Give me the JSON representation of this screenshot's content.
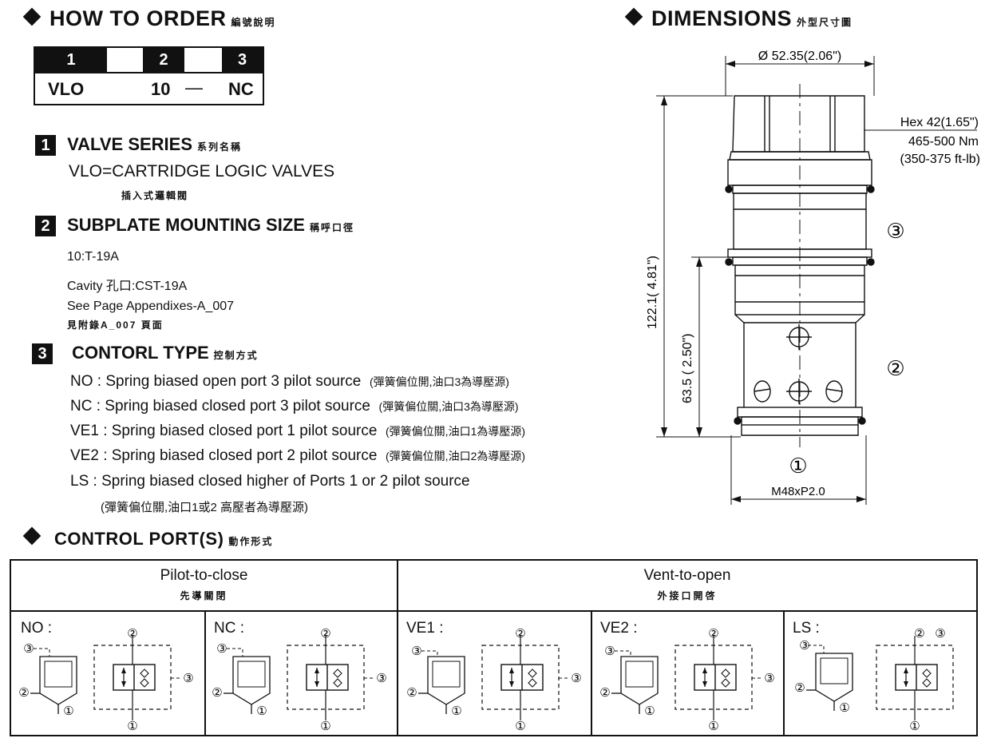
{
  "how_to_order": {
    "title": "HOW TO  ORDER",
    "title_cjk": "編號說明",
    "code": {
      "positions": [
        "1",
        "2",
        "3"
      ],
      "series": "VLO",
      "size": "10",
      "separator": "—",
      "control": "NC"
    }
  },
  "sections": [
    {
      "number": "1",
      "title": "VALVE SERIES",
      "title_cjk": "系列名稱",
      "lines": [
        "VLO=CARTRIDGE  LOGIC VALVES"
      ],
      "lines_cjk": "插入式邏輯閥"
    },
    {
      "number": "2",
      "title": "SUBPLATE MOUNTING SIZE",
      "title_cjk": "稱呼口徑",
      "lines": [
        "10:T-19A",
        "Cavity 孔口:CST-19A",
        "See Page Appendixes-A_007"
      ],
      "lines_cjk": "見附錄A_007 頁面"
    },
    {
      "number": "3",
      "title": "CONTORL TYPE",
      "title_cjk": "控制方式",
      "lines": [
        "NO : Spring biased open port 3 pilot source",
        "NC : Spring biased closed port 3 pilot source",
        "VE1 : Spring biased closed port 1 pilot source",
        "VE2 : Spring biased closed port 2 pilot source",
        "LS : Spring biased closed higher of Ports 1 or 2 pilot source"
      ],
      "lines_cjk": [
        "(彈簧偏位開,油口3為導壓源)",
        "(彈簧偏位關,油口3為導壓源)",
        "(彈簧偏位關,油口1為導壓源)",
        "(彈簧偏位關,油口2為導壓源)",
        "(彈簧偏位關,油口1或2 高壓者為導壓源)"
      ]
    }
  ],
  "dimensions": {
    "title": "DIMENSIONS",
    "title_cjk": "外型尺寸圖",
    "diameter": "Ø 52.35(2.06\")",
    "hex": "Hex 42(1.65\")",
    "torque_nm": "465-500 Nm",
    "torque_ftlb": "(350-375 ft-lb)",
    "length_total": "122.1(  4.81\")",
    "length_lower": "63.5  (  2.50\")",
    "thread": "M48xP2.0",
    "port_1": "①",
    "port_2": "②",
    "port_3": "③"
  },
  "control_ports": {
    "title": "CONTROL PORT(S)",
    "title_cjk": "動作形式",
    "groups": [
      {
        "title": "Pilot-to-close",
        "title_cjk": "先導關閉"
      },
      {
        "title": "Vent-to-open",
        "title_cjk": "外接口開啓"
      }
    ],
    "types": [
      "NO :",
      "NC :",
      "VE1 :",
      "VE2 :",
      "LS :"
    ],
    "port_1": "①",
    "port_2": "②",
    "port_3": "③"
  }
}
